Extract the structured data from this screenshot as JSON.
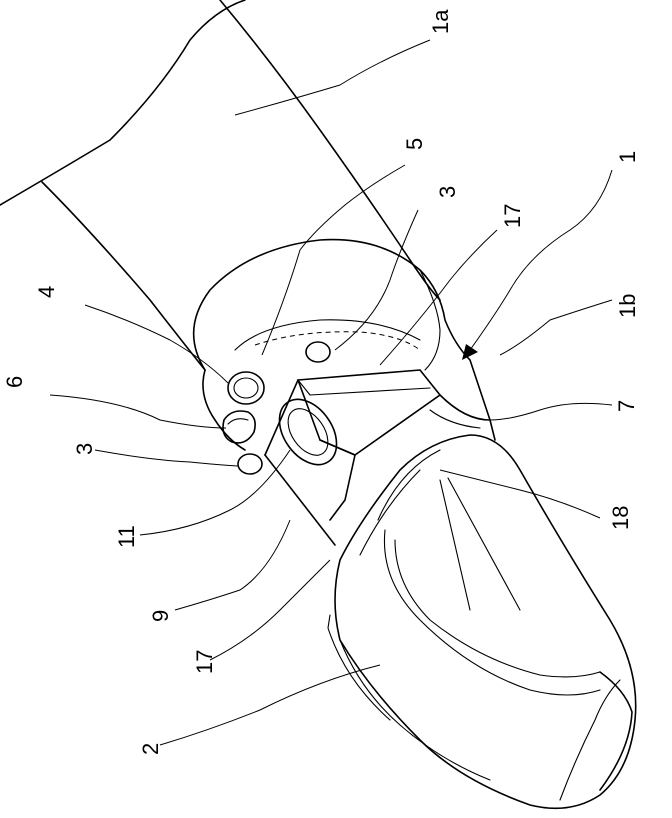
{
  "labels": {
    "l1a": "1a",
    "l5": "5",
    "l3top": "3",
    "l17top": "17",
    "l1": "1",
    "l1b": "1b",
    "l4": "4",
    "l6": "6",
    "l3left": "3",
    "l7": "7",
    "l11": "11",
    "l18": "18",
    "l9": "9",
    "l17bottom": "17",
    "l2": "2"
  }
}
